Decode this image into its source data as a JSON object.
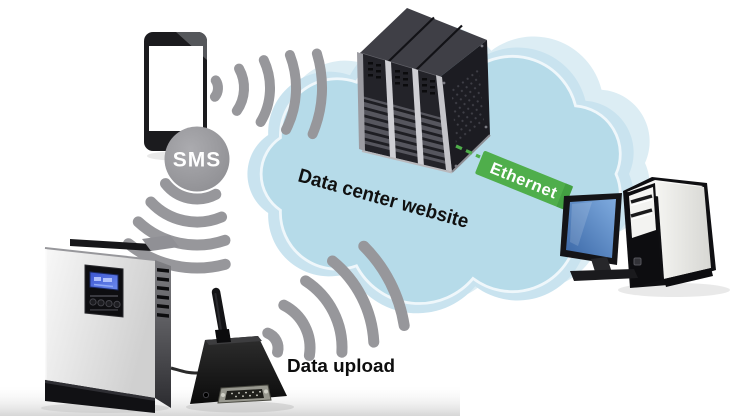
{
  "diagram": {
    "description": "Inverter remote monitoring connectivity diagram",
    "labels": {
      "sms": "SMS",
      "data_center": "Data center website",
      "ethernet": "Ethernet",
      "data_upload": "Data upload"
    },
    "icons": [
      "smartphone-icon",
      "radio-waves-icon",
      "sms-badge-icon",
      "cloud-icon",
      "server-rack-icon",
      "desktop-computer-icon",
      "inverter-icon",
      "gsm-data-logger-icon",
      "antenna-icon"
    ],
    "colors": {
      "ethernet_green": "#4fae4b",
      "cloud_edge": "#c9e3ef",
      "cloud_fill": "#b6dbe9",
      "cloud_back": "#dcedf4",
      "wave_gray": "#97979b",
      "sms_badge_gray": "#9a9a9e",
      "monitor_screen_blue": "#4d7fc0",
      "inverter_lcd_blue": "#4a63d4",
      "label_text": "#111111"
    }
  }
}
